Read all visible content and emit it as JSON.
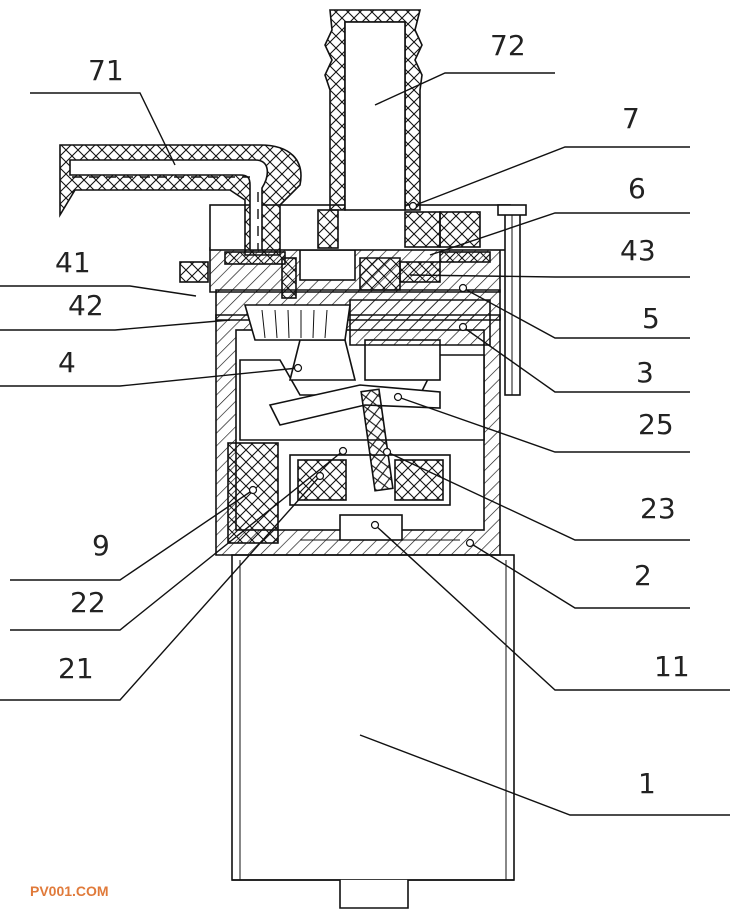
{
  "labels": {
    "l72": "72",
    "l71": "71",
    "l7": "7",
    "l6": "6",
    "l43": "43",
    "l41": "41",
    "l42": "42",
    "l5": "5",
    "l4": "4",
    "l3": "3",
    "l25": "25",
    "l23": "23",
    "l9": "9",
    "l2": "2",
    "l22": "22",
    "l21": "21",
    "l11": "11",
    "l1": "1"
  },
  "watermark": "PV001.COM"
}
